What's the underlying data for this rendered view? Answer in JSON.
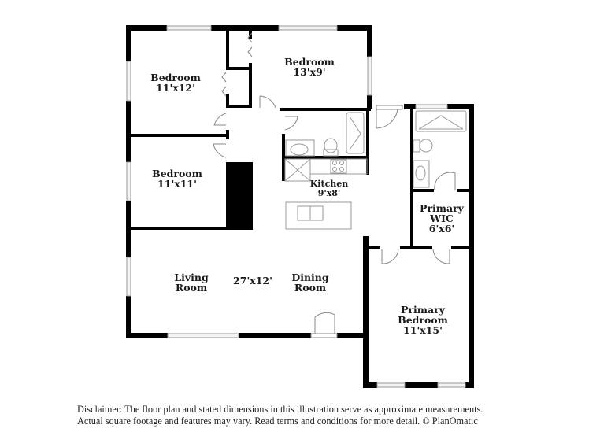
{
  "rooms": {
    "bedroom_nw": {
      "name": "Bedroom",
      "size": "11'x12'"
    },
    "bedroom_n": {
      "name": "Bedroom",
      "size": "13'x9'"
    },
    "bedroom_w": {
      "name": "Bedroom",
      "size": "11'x11'"
    },
    "kitchen": {
      "name": "Kitchen",
      "size": "9'x8'"
    },
    "living": {
      "name_line1": "Living",
      "name_line2": "Room"
    },
    "living_dining_size": "27'x12'",
    "dining": {
      "name_line1": "Dining",
      "name_line2": "Room"
    },
    "primary_wic": {
      "name_line1": "Primary",
      "name_line2": "WIC",
      "size": "6'x6'"
    },
    "primary_bedroom": {
      "name_line1": "Primary",
      "name_line2": "Bedroom",
      "size": "11'x15'"
    }
  },
  "disclaimer": {
    "line1": "Disclaimer: The floor plan and stated dimensions in this illustration serve as approximate measurements.",
    "line2": "Actual square footage and features may vary. Read terms and conditions for more detail. © PlanOmatic"
  },
  "colors": {
    "wall": "#000000",
    "window": "#cccccc",
    "fixture": "#999999",
    "background": "#ffffff"
  }
}
